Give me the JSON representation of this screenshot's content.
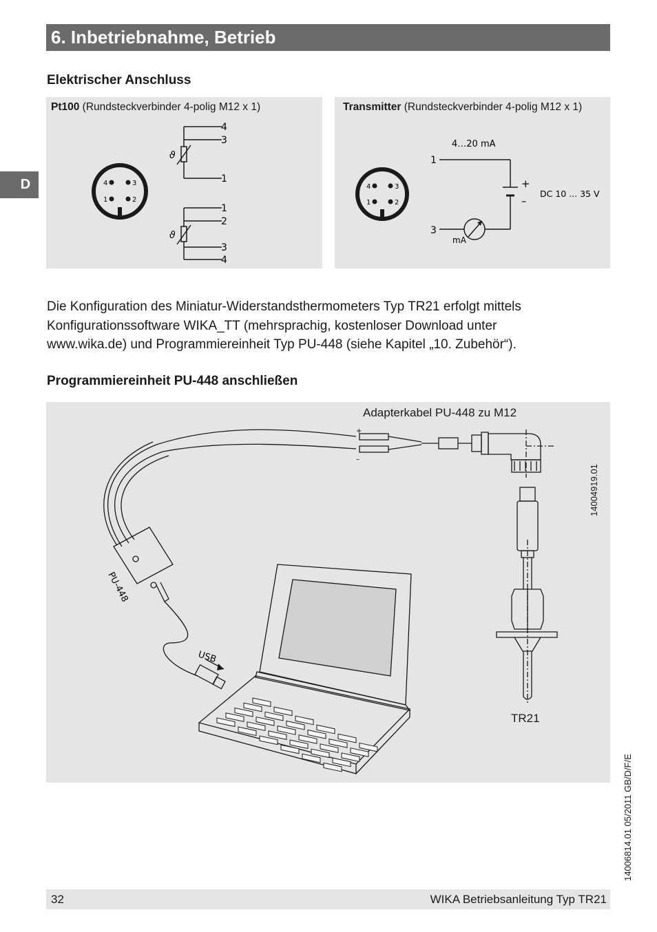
{
  "section": {
    "title": "6. Inbetriebnahme, Betrieb"
  },
  "language_tab": "D",
  "electrical": {
    "heading": "Elektrischer Anschluss",
    "pt100": {
      "name": "Pt100",
      "caption": " (Rundsteckverbinder 4-polig M12 x 1)",
      "pins": [
        "4",
        "3",
        "1",
        "2"
      ],
      "upper_terminals": [
        "4",
        "3",
        "1"
      ],
      "lower_terminals": [
        "1",
        "2",
        "3",
        "4"
      ],
      "symbol": "ϑ"
    },
    "transmitter": {
      "name": "Transmitter",
      "caption": " (Rundsteckverbinder 4-polig M12 x 1)",
      "pins": [
        "4",
        "3",
        "1",
        "2"
      ],
      "current_range": "4…20 mA",
      "terminal_top": "1",
      "terminal_bottom": "3",
      "plus": "+",
      "minus": "–",
      "supply": "DC 10 ... 35 V",
      "meter_unit": "mA"
    }
  },
  "paragraph": {
    "lines": [
      "Die Konfiguration des Miniatur-Widerstandsthermometers Typ TR21 erfolgt mittels",
      "Konfigurationssoftware WIKA_TT (mehrsprachig, kostenloser Download unter",
      "www.wika.de) und Programmiereinheit Typ PU-448 (siehe Kapitel „10. Zubehör“)."
    ]
  },
  "programming": {
    "heading": "Programmiereinheit PU-448 anschließen",
    "adapter_label": "Adapterkabel PU-448 zu M12",
    "plus": "+",
    "minus": "–",
    "unit_label": "PU-448",
    "usb_label": "USB",
    "drawing_id": "14004919.01",
    "device_label": "TR21"
  },
  "doc_code": "14006814.01 05/2011 GB/D/F/E",
  "footer": {
    "page": "32",
    "title": "WIKA Betriebsanleitung Typ TR21"
  },
  "colors": {
    "section_bar": "#6b6b6b",
    "panel_bg": "#e5e5e5"
  }
}
